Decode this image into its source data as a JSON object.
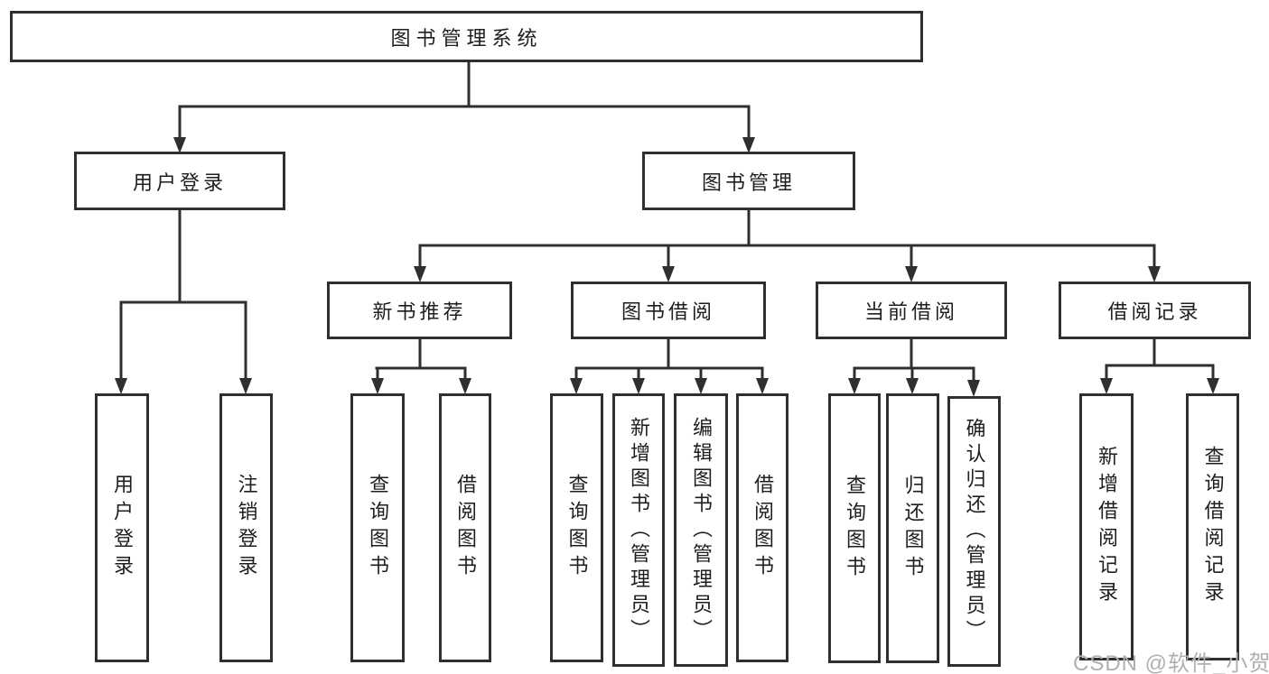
{
  "tree": {
    "label": "图书管理系统",
    "children": [
      {
        "label": "用户登录",
        "children": [
          {
            "label": "用户登录"
          },
          {
            "label": "注销登录"
          }
        ]
      },
      {
        "label": "图书管理",
        "children": [
          {
            "label": "新书推荐",
            "children": [
              {
                "label": "查询图书"
              },
              {
                "label": "借阅图书"
              }
            ]
          },
          {
            "label": "图书借阅",
            "children": [
              {
                "label": "查询图书"
              },
              {
                "label": "新增图书（管理员）"
              },
              {
                "label": "编辑图书（管理员）"
              },
              {
                "label": "借阅图书"
              }
            ]
          },
          {
            "label": "当前借阅",
            "children": [
              {
                "label": "查询图书"
              },
              {
                "label": "归还图书"
              },
              {
                "label": "确认归还（管理员）"
              }
            ]
          },
          {
            "label": "借阅记录",
            "children": [
              {
                "label": "新增借阅记录"
              },
              {
                "label": "查询借阅记录"
              }
            ]
          }
        ]
      }
    ]
  },
  "watermark": "CSDN @软件_小贺同学",
  "colors": {
    "line": "#2f2f2f",
    "text": "#1e1e1e",
    "background": "#ffffff",
    "watermark": "#b0b0b0"
  }
}
